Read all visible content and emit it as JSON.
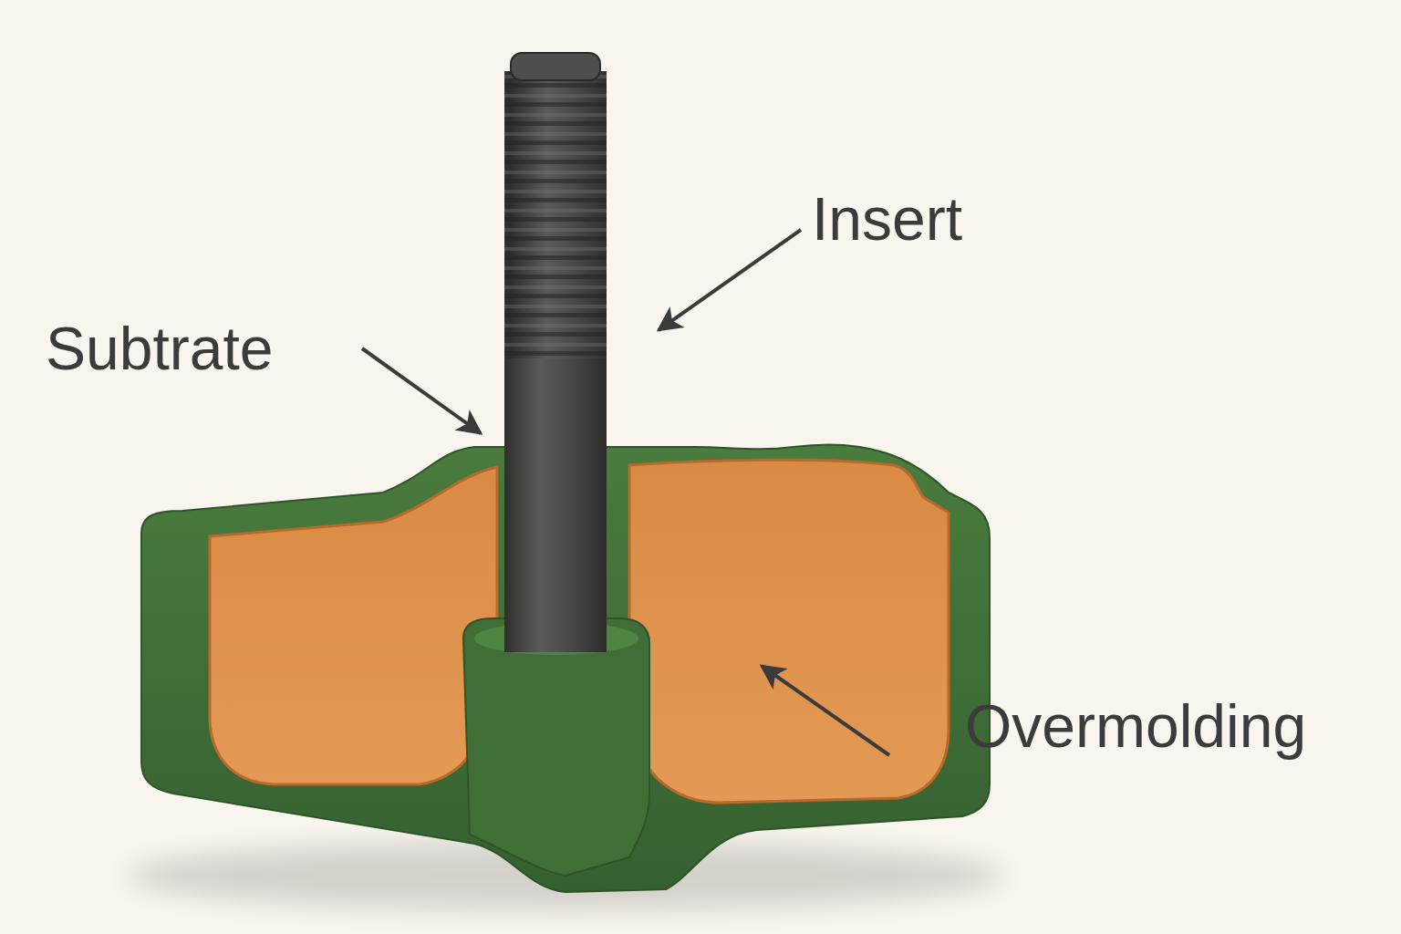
{
  "diagram": {
    "labels": [
      "Insert",
      "Subtrate",
      "Overmolding"
    ]
  }
}
